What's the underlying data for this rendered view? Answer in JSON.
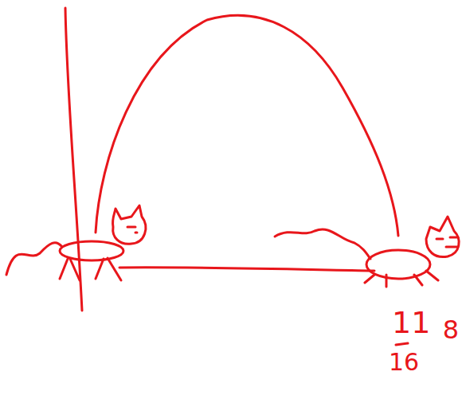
{
  "diagram": {
    "labels": [
      "11",
      "16",
      "8"
    ]
  }
}
